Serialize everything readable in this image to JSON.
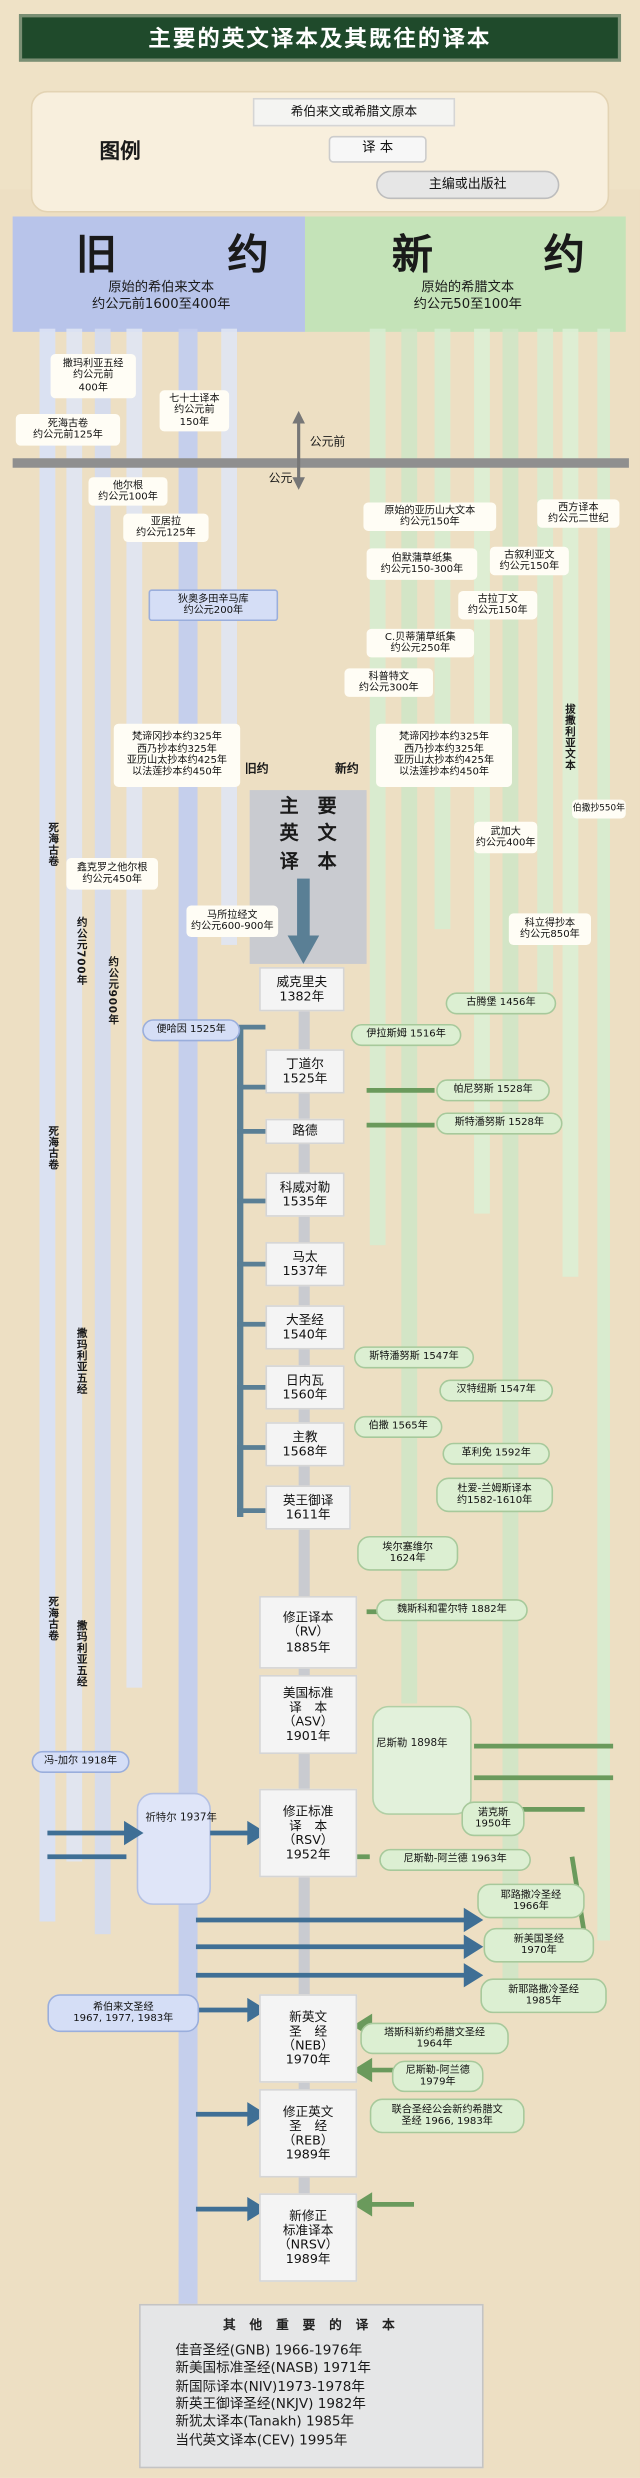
{
  "title": "主要的英文译本及其既往的译本",
  "legend": {
    "label": "图例",
    "source": "希伯来文或希腊文原本",
    "translation": "译 本",
    "editor": "主编或出版社"
  },
  "ot": {
    "name": "旧　约",
    "line1": "原始的希伯来文本",
    "line2": "约公元前1600至400年"
  },
  "nt": {
    "name": "新　约",
    "line1": "原始的希腊文本",
    "line2": "约公元50至100年"
  },
  "era": {
    "bc": "公元前",
    "ad": "公元"
  },
  "sources": {
    "samaritan": [
      "撒玛利亚五经",
      "约公元前",
      "400年"
    ],
    "dss": [
      "死海古卷",
      "约公元前125年"
    ],
    "lxx": [
      "七十士译本",
      "约公元前",
      "150年"
    ],
    "targum": [
      "他尔根",
      "约公元100年"
    ],
    "aquila": [
      "亚居拉",
      "约公元125年"
    ],
    "theodotion": [
      "狄奥多田辛马库",
      "约公元200年"
    ],
    "alex_papyrus": [
      "原始的亚历山大文本",
      "约公元150年"
    ],
    "western": [
      "西方译本",
      "约公元二世纪"
    ],
    "bodmer": [
      "伯默蒲草纸集",
      "约公元150-300年"
    ],
    "old_syriac": [
      "古叙利亚文",
      "约公元150年"
    ],
    "old_latin": [
      "古拉丁文",
      "约公元150年"
    ],
    "chester": [
      "C.贝蒂蒲草纸集",
      "约公元250年"
    ],
    "coptic": [
      "科普特文",
      "约公元300年"
    ],
    "ot_codices": [
      "梵谛冈抄本约325年",
      "西乃抄本约325年",
      "亚历山太抄本约425年",
      "以法莲抄本约450年"
    ],
    "nt_codices": [
      "梵谛冈抄本约325年",
      "西乃抄本约325年",
      "亚历山太抄本约425年",
      "以法莲抄本约450年"
    ],
    "ot_tag": "旧约",
    "nt_tag": "新约",
    "vulgate": [
      "武加大",
      "约公元400年"
    ],
    "peshitta": "伯撒抄550年",
    "masoretic": [
      "马所拉经文",
      "约公元600-900年"
    ],
    "cairo": [
      "鑫克罗之他尔根",
      "约公元450年"
    ],
    "koridethi": [
      "科立得抄本",
      "约公元850年"
    ]
  },
  "editors": {
    "gutenberg": "古腾堡 1456年",
    "erasmus": "伊拉斯姆 1516年",
    "bomberg": "便哈因 1525年",
    "pagninus": "帕尼努斯 1528年",
    "stephanus1528": "斯特潘努斯 1528年",
    "stephanus1547": "斯特潘努斯 1547年",
    "hentenius": "汉特纽斯 1547年",
    "beza": "伯撒 1565年",
    "clement": "革利免 1592年",
    "douay": [
      "杜爱-兰姆斯译本",
      "约1582-1610年"
    ],
    "elzevir": [
      "埃尔塞维尔",
      "1624年"
    ],
    "westcott": "魏斯科和霍尔特 1882年",
    "vangall": "冯-加尔 1918年",
    "kittel": "祈特尔 1937年",
    "nestle1898": "尼斯勒 1898年",
    "nestle1950": [
      "诺克斯",
      "1950年"
    ],
    "nestle_aland": "尼斯勒-阿兰德 1963年",
    "jerusalem1966": [
      "耶路撒冷圣经",
      "1966年"
    ],
    "nab": [
      "新美国圣经",
      "1970年"
    ],
    "njb": [
      "新耶路撒冷圣经",
      "1985年"
    ],
    "hebrew_bible": [
      "希伯来文圣经",
      "1967, 1977, 1983年"
    ],
    "tasker": [
      "塔斯科新约希腊文圣经",
      "1964年"
    ],
    "na1979": [
      "尼斯勒-阿兰德",
      "1979年"
    ],
    "ubs": [
      "联合圣经公会新约希腊文",
      "圣经 1966, 1983年"
    ]
  },
  "vertical_labels": {
    "dss_col": "死海古卷",
    "y700": "约公元700年",
    "y900": "约公元900年",
    "dss2": "死海古卷",
    "samaritan2": "撒玛利亚五经",
    "dss3": "死海古卷",
    "samaritan3": "撒玛利亚五经",
    "nt_syriac": "拔撒利亚文本"
  },
  "main": {
    "head": [
      "主　要",
      "英　文",
      "译　本"
    ]
  },
  "translations": {
    "wycliffe": [
      "威克里夫",
      "1382年"
    ],
    "tyndale": [
      "丁道尔",
      "1525年"
    ],
    "luther": [
      "路德"
    ],
    "coverdale": [
      "科威对勒",
      "1535年"
    ],
    "matthew": [
      "马太",
      "1537年"
    ],
    "great": [
      "大圣经",
      "1540年"
    ],
    "geneva": [
      "日内瓦",
      "1560年"
    ],
    "bishops": [
      "主教",
      "1568年"
    ],
    "kjv": [
      "英王御译",
      "1611年"
    ],
    "rv": [
      "修正译本",
      "（RV）",
      "1885年"
    ],
    "asv": [
      "美国标准",
      "译　本",
      "（ASV）",
      "1901年"
    ],
    "rsv": [
      "修正标准",
      "译　本",
      "（RSV）",
      "1952年"
    ],
    "neb": [
      "新英文",
      "圣　经",
      "（NEB）",
      "1970年"
    ],
    "reb": [
      "修正英文",
      "圣　经",
      "（REB）",
      "1989年"
    ],
    "nrsv": [
      "新修正",
      "标准译本",
      "（NRSV）",
      "1989年"
    ]
  },
  "others": {
    "heading": "其 他 重 要 的 译 本",
    "items": [
      "佳音圣经(GNB) 1966-1976年",
      "新美国标准圣经(NASB) 1971年",
      "新国际译本(NIV)1973-1978年",
      "新英王御译圣经(NKJV) 1982年",
      "新犹太译本(Tanakh) 1985年",
      "当代英文译本(CEV) 1995年"
    ]
  }
}
